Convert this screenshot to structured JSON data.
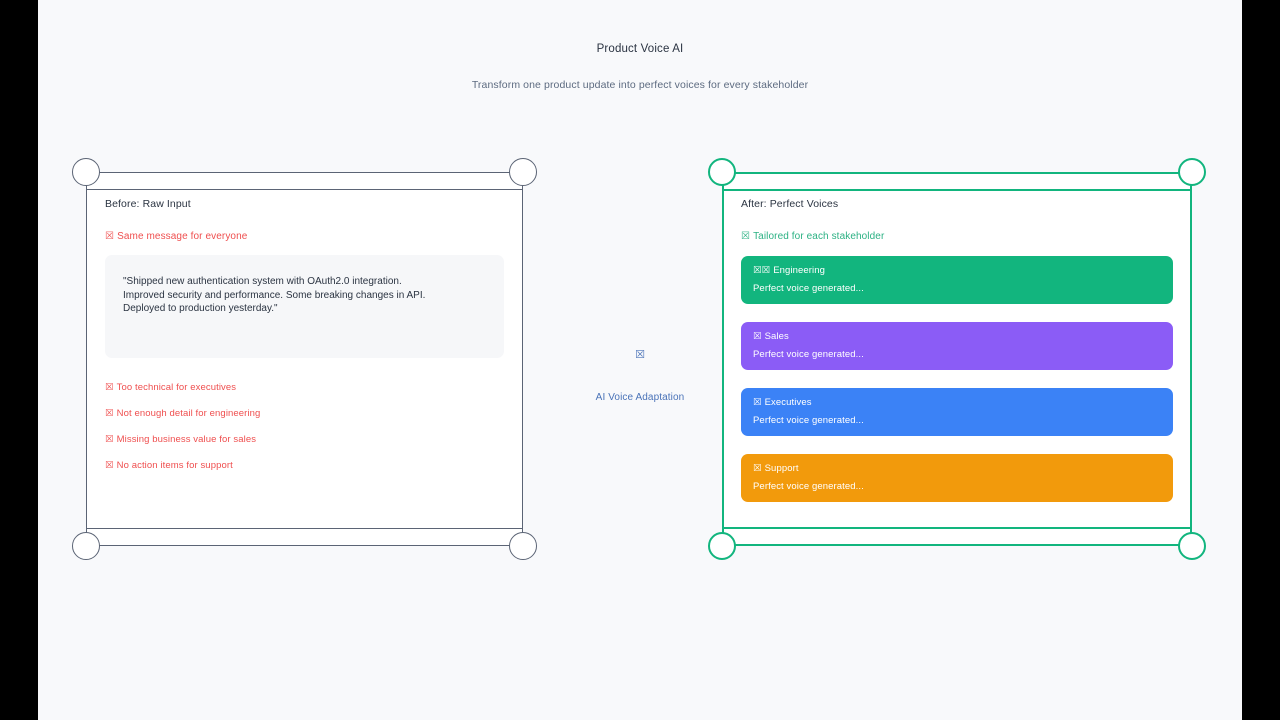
{
  "header": {
    "title": "Product Voice AI",
    "subtitle": "Transform one product update into perfect voices for every stakeholder"
  },
  "before": {
    "title": "Before: Raw Input",
    "tag_icon": "☒",
    "tag": "Same message for everyone",
    "quote": "\"Shipped new authentication system with OAuth2.0 integration.\nImproved security and performance. Some breaking changes in API.\nDeployed to production yesterday.\"",
    "issues": [
      {
        "icon": "☒",
        "label": "Too technical for executives"
      },
      {
        "icon": "☒",
        "label": "Not enough detail for engineering"
      },
      {
        "icon": "☒",
        "label": "Missing business value for sales"
      },
      {
        "icon": "☒",
        "label": "No action items for support"
      }
    ]
  },
  "center": {
    "icon": "☒",
    "label": "AI Voice Adaptation"
  },
  "after": {
    "title": "After: Perfect Voices",
    "tag_icon": "☒",
    "tag": "Tailored for each stakeholder",
    "cards": [
      {
        "icon": "☒☒",
        "role": "Engineering",
        "status": "Perfect voice generated...",
        "color": "#12b57e"
      },
      {
        "icon": "☒",
        "role": "Sales",
        "status": "Perfect voice generated...",
        "color": "#8b5cf6"
      },
      {
        "icon": "☒",
        "role": "Executives",
        "status": "Perfect voice generated...",
        "color": "#3b82f6"
      },
      {
        "icon": "☒",
        "role": "Support",
        "status": "Perfect voice generated...",
        "color": "#f29a0c"
      }
    ]
  },
  "colors": {
    "page_background": "#f8f9fb",
    "letterbox": "#000000",
    "accent_green": "#12b57e",
    "alert_red": "#ef4f4f",
    "center_blue": "#4a73b8",
    "panel_border": "#5b6475"
  }
}
